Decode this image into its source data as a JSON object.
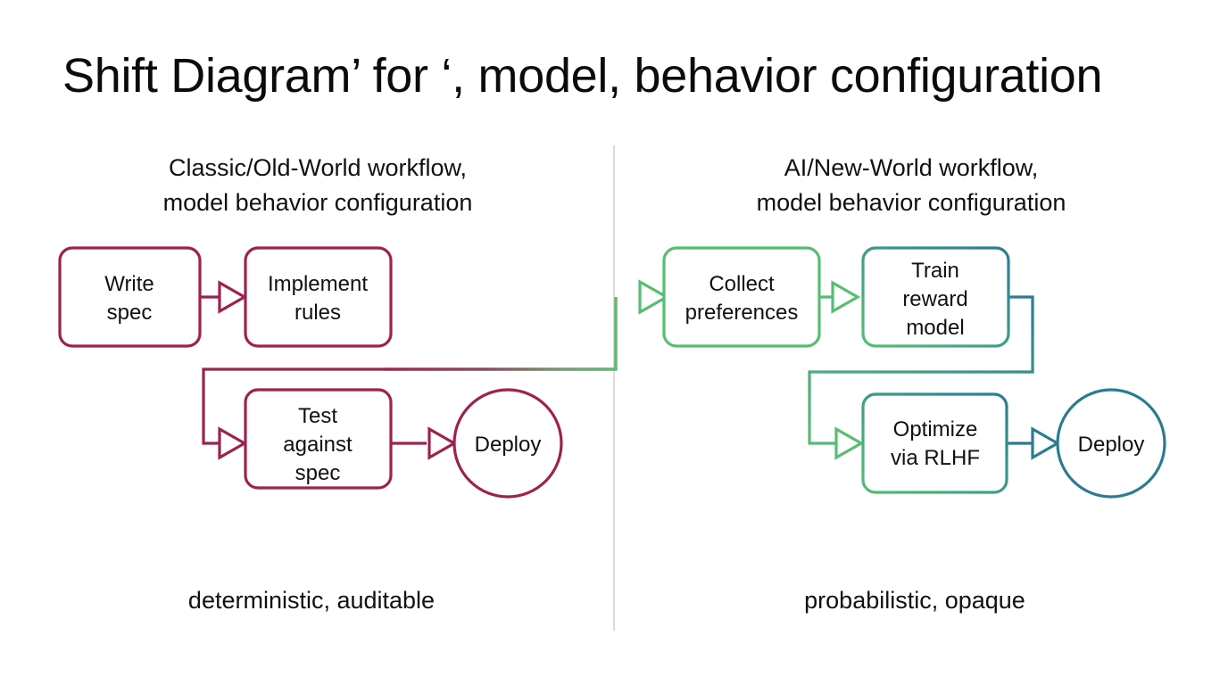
{
  "page": {
    "title": "Shift Diagram’ for ‘, model, behavior configuration",
    "background": "#ffffff"
  },
  "colors": {
    "crimson": "#9E2150",
    "green": "#55BE72",
    "teal": "#2A7C95",
    "divider": "#dcdcdc",
    "text": "#111111"
  },
  "columns": {
    "left": {
      "heading_line1": "Classic/Old-World workflow,",
      "heading_line2": "model behavior configuration",
      "caption": "deterministic, auditable",
      "accent": "#9E2150"
    },
    "right": {
      "heading_line1": "AI/New-World workflow,",
      "heading_line2": "model behavior configuration",
      "caption": "probabilistic, opaque",
      "accent": "#55BE72"
    }
  },
  "nodes": {
    "write_spec": {
      "line1": "Write",
      "line2": "spec",
      "shape": "rounded-rect",
      "color": "#9E2150"
    },
    "implement_rules": {
      "line1": "Implement",
      "line2": "rules",
      "shape": "rounded-rect",
      "color": "#9E2150"
    },
    "test_against_spec": {
      "line1": "Test",
      "line2": "against",
      "line3": "spec",
      "shape": "rounded-rect",
      "color": "#9E2150"
    },
    "deploy_left": {
      "line1": "Deploy",
      "shape": "circle",
      "color": "#9E2150"
    },
    "collect_preferences": {
      "line1": "Collect",
      "line2": "preferences",
      "shape": "rounded-rect",
      "color": "#55BE72"
    },
    "train_reward_model": {
      "line1": "Train",
      "line2": "reward",
      "line3": "model",
      "shape": "rounded-rect",
      "color": "#55BE72-to-#2A7C95"
    },
    "optimize_via_rlhf": {
      "line1": "Optimize",
      "line2": "via RLHF",
      "shape": "rounded-rect",
      "color": "#55BE72-to-#2A7C95"
    },
    "deploy_right": {
      "line1": "Deploy",
      "shape": "circle",
      "color": "#2A7C95"
    }
  },
  "edges": [
    {
      "name": "write-spec-to-implement-rules",
      "from": "write_spec",
      "to": "implement_rules",
      "color": "#9E2150"
    },
    {
      "name": "implement-rules-to-collect-preferences",
      "from": "implement_rules",
      "to": "collect_preferences",
      "color": "crimson-to-green"
    },
    {
      "name": "crossing-feedback-to-test-against-spec",
      "from": "collect_preferences",
      "to": "test_against_spec",
      "color": "green-to-crimson"
    },
    {
      "name": "test-against-spec-to-deploy",
      "from": "test_against_spec",
      "to": "deploy_left",
      "color": "#9E2150"
    },
    {
      "name": "collect-preferences-to-train-reward-model",
      "from": "collect_preferences",
      "to": "train_reward_model",
      "color": "#55BE72"
    },
    {
      "name": "train-reward-model-to-optimize-via-rlhf",
      "from": "train_reward_model",
      "to": "optimize_via_rlhf",
      "color": "teal-to-green"
    },
    {
      "name": "optimize-via-rlhf-to-deploy",
      "from": "optimize_via_rlhf",
      "to": "deploy_right",
      "color": "#2A7C95"
    }
  ]
}
